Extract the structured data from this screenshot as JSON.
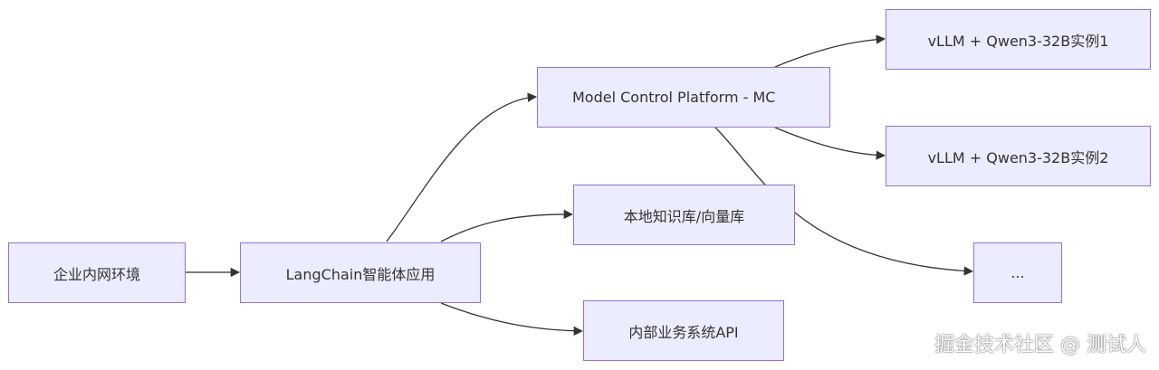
{
  "nodes": {
    "enterprise": "企业内网环境",
    "langchain": "LangChain智能体应用",
    "mcp": "Model Control Platform - MC",
    "knowledge": "本地知识库/向量库",
    "business_api": "内部业务系统API",
    "vllm1": "vLLM + Qwen3-32B实例1",
    "vllm2": "vLLM + Qwen3-32B实例2",
    "more": "..."
  },
  "watermark": "掘金技术社区 @ 测试人",
  "colors": {
    "node_fill": "#ECECFF",
    "node_border": "#9370DB",
    "edge": "#333333"
  }
}
